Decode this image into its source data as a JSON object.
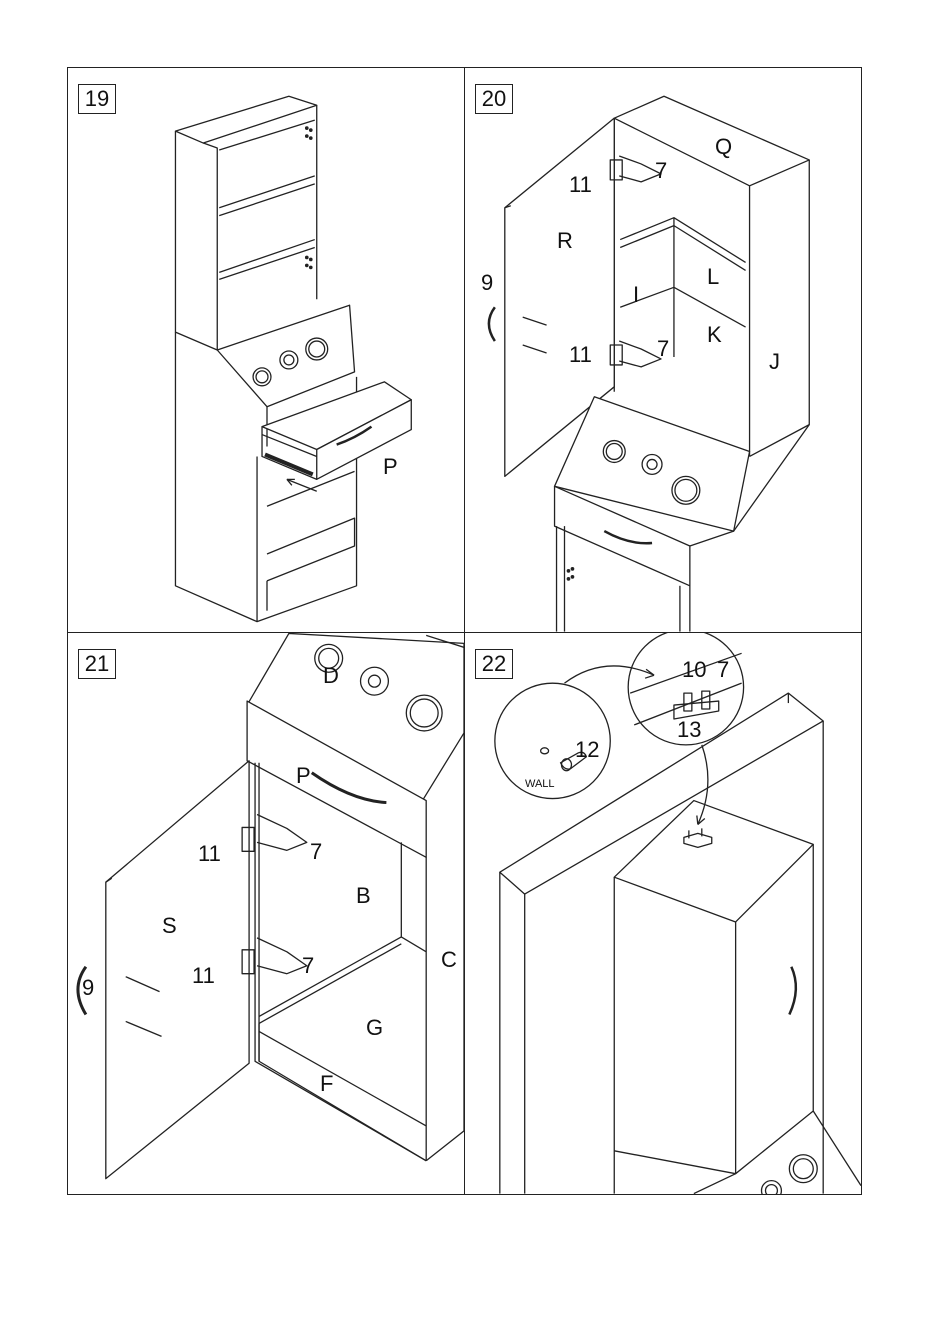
{
  "steps": [
    {
      "number": "19",
      "labels": {
        "drawer": "P"
      }
    },
    {
      "number": "20",
      "labels": {
        "top": "Q",
        "door": "R",
        "shelf": "L",
        "partition": "I",
        "back": "K",
        "side": "J",
        "handle": "9",
        "hinge_top_screw": "11",
        "hinge_top": "7",
        "hinge_bottom_screw": "11",
        "hinge_bottom": "7"
      }
    },
    {
      "number": "21",
      "labels": {
        "panel": "D",
        "drawer": "P",
        "door": "S",
        "back": "B",
        "side": "C",
        "bottom": "G",
        "plinth": "F",
        "handle": "9",
        "hinge_top_screw": "11",
        "hinge_top": "7",
        "hinge_bottom_screw": "11",
        "hinge_bottom": "7"
      }
    },
    {
      "number": "22",
      "labels": {
        "bracket": "10",
        "screw": "7",
        "plate": "13",
        "dowel": "12",
        "wall": "WALL"
      }
    }
  ]
}
